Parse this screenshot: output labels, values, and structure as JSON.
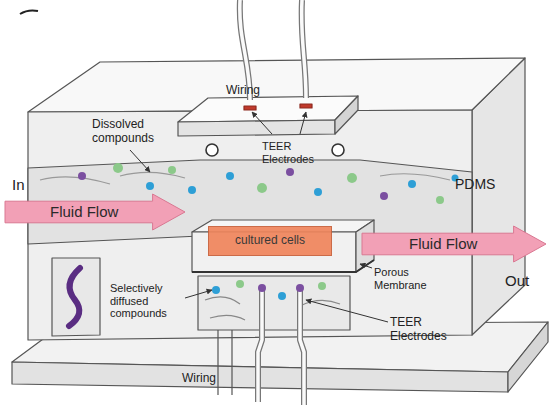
{
  "diagram": {
    "nodes": [
      {
        "text": [
          "Fluid Flow"
        ]
      },
      {
        "text": [
          "cultured cells"
        ]
      },
      {
        "text": [
          "Fluid Flow"
        ]
      }
    ],
    "labels": [
      "Wiring",
      "Dissolved compounds",
      "TEER Electrodes",
      "In",
      "PDMS",
      "Porous Membrane",
      "Out",
      "Selectively diffused compounds",
      "Wiring",
      "TEER Electrodes"
    ]
  }
}
